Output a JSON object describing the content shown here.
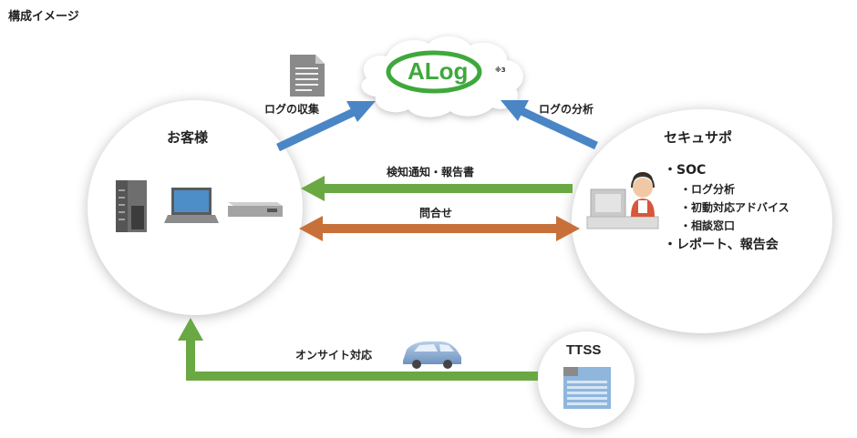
{
  "page_title": "構成イメージ",
  "cloud": {
    "logo_text": "ALog",
    "note": "※3"
  },
  "customer": {
    "title": "お客様"
  },
  "provider": {
    "title": "セキュサポ",
    "services": [
      {
        "label": "・SOC",
        "sub": [
          "・ログ分析",
          "・初動対応アドバイス",
          "・相談窓口"
        ]
      },
      {
        "label": "・レポート、報告会",
        "sub": []
      }
    ]
  },
  "ttss": {
    "title": "TTSS"
  },
  "arrows": {
    "log_collection": "ログの収集",
    "log_analysis": "ログの分析",
    "notification": "検知通知・報告書",
    "inquiry": "問合せ",
    "onsite": "オンサイト対応"
  },
  "colors": {
    "blue": "#4a86c6",
    "green": "#6aa844",
    "orange": "#c8703a",
    "alog_green": "#3fa83c"
  }
}
